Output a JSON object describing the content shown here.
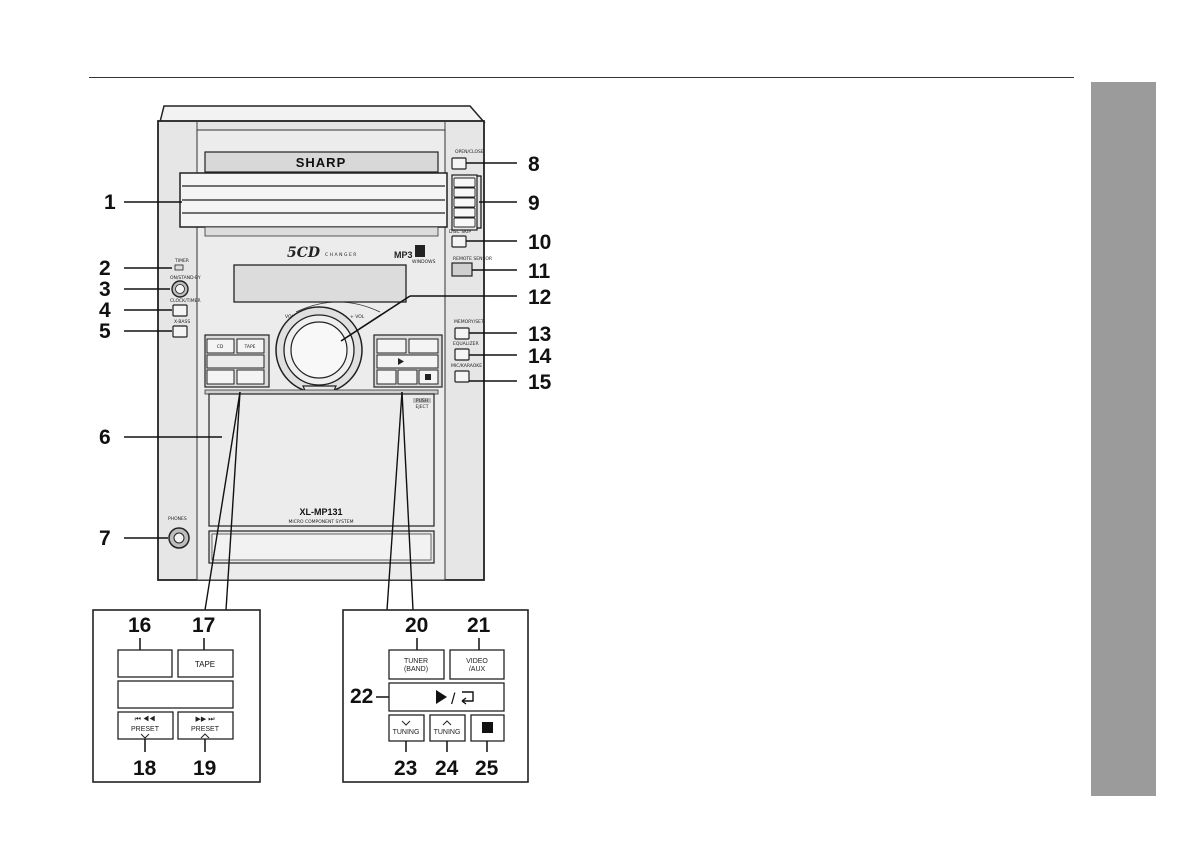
{
  "device": {
    "brand": "SHARP",
    "model": "XL-MP131",
    "subtitle": "MICRO COMPONENT SYSTEM",
    "logo_5cd": "5CD",
    "logo_changer": "CHANGER",
    "logo_mp3": "MP3",
    "logo_mp3_sub": "WINDOWS",
    "vol_minus": "VOL –",
    "vol_plus": "+ VOL",
    "push_eject_1": "PUSH",
    "push_eject_2": "EJECT",
    "phones": "PHONES"
  },
  "panel_labels": {
    "timer": "TIMER",
    "power": "ON/STAND-BY",
    "clock_timer": "CLOCK/TIMER",
    "x_bass": "X-BASS",
    "open_close": "OPEN/CLOSE",
    "disc_skip": "DISC SKIP",
    "remote_sensor": "REMOTE SENSOR",
    "memory_set": "MEMORY/SET",
    "equalizer": "EQUALIZER",
    "karaoke": "MIC/KARAOKE",
    "btn_cd": "CD",
    "btn_tape": "TAPE"
  },
  "callouts": [
    "1",
    "2",
    "3",
    "4",
    "5",
    "6",
    "7",
    "8",
    "9",
    "10",
    "11",
    "12",
    "13",
    "14",
    "15",
    "16",
    "17",
    "18",
    "19",
    "20",
    "21",
    "22",
    "23",
    "24",
    "25"
  ],
  "inset_left": {
    "tape": "TAPE",
    "preset_down_top": "⏮ ◀◀",
    "preset_down": "PRESET",
    "preset_up_top": "▶▶ ⏭",
    "preset_up": "PRESET"
  },
  "inset_right": {
    "tuner_1": "TUNER",
    "tuner_2": "(BAND)",
    "video_1": "VIDEO",
    "video_2": "/AUX",
    "play": "▶ /",
    "tuning_down": "TUNING",
    "tuning_up": "TUNING"
  },
  "colors": {
    "side_tab": "#9b9b9b",
    "device_body": "#e6e6e6",
    "outline": "#222222"
  }
}
